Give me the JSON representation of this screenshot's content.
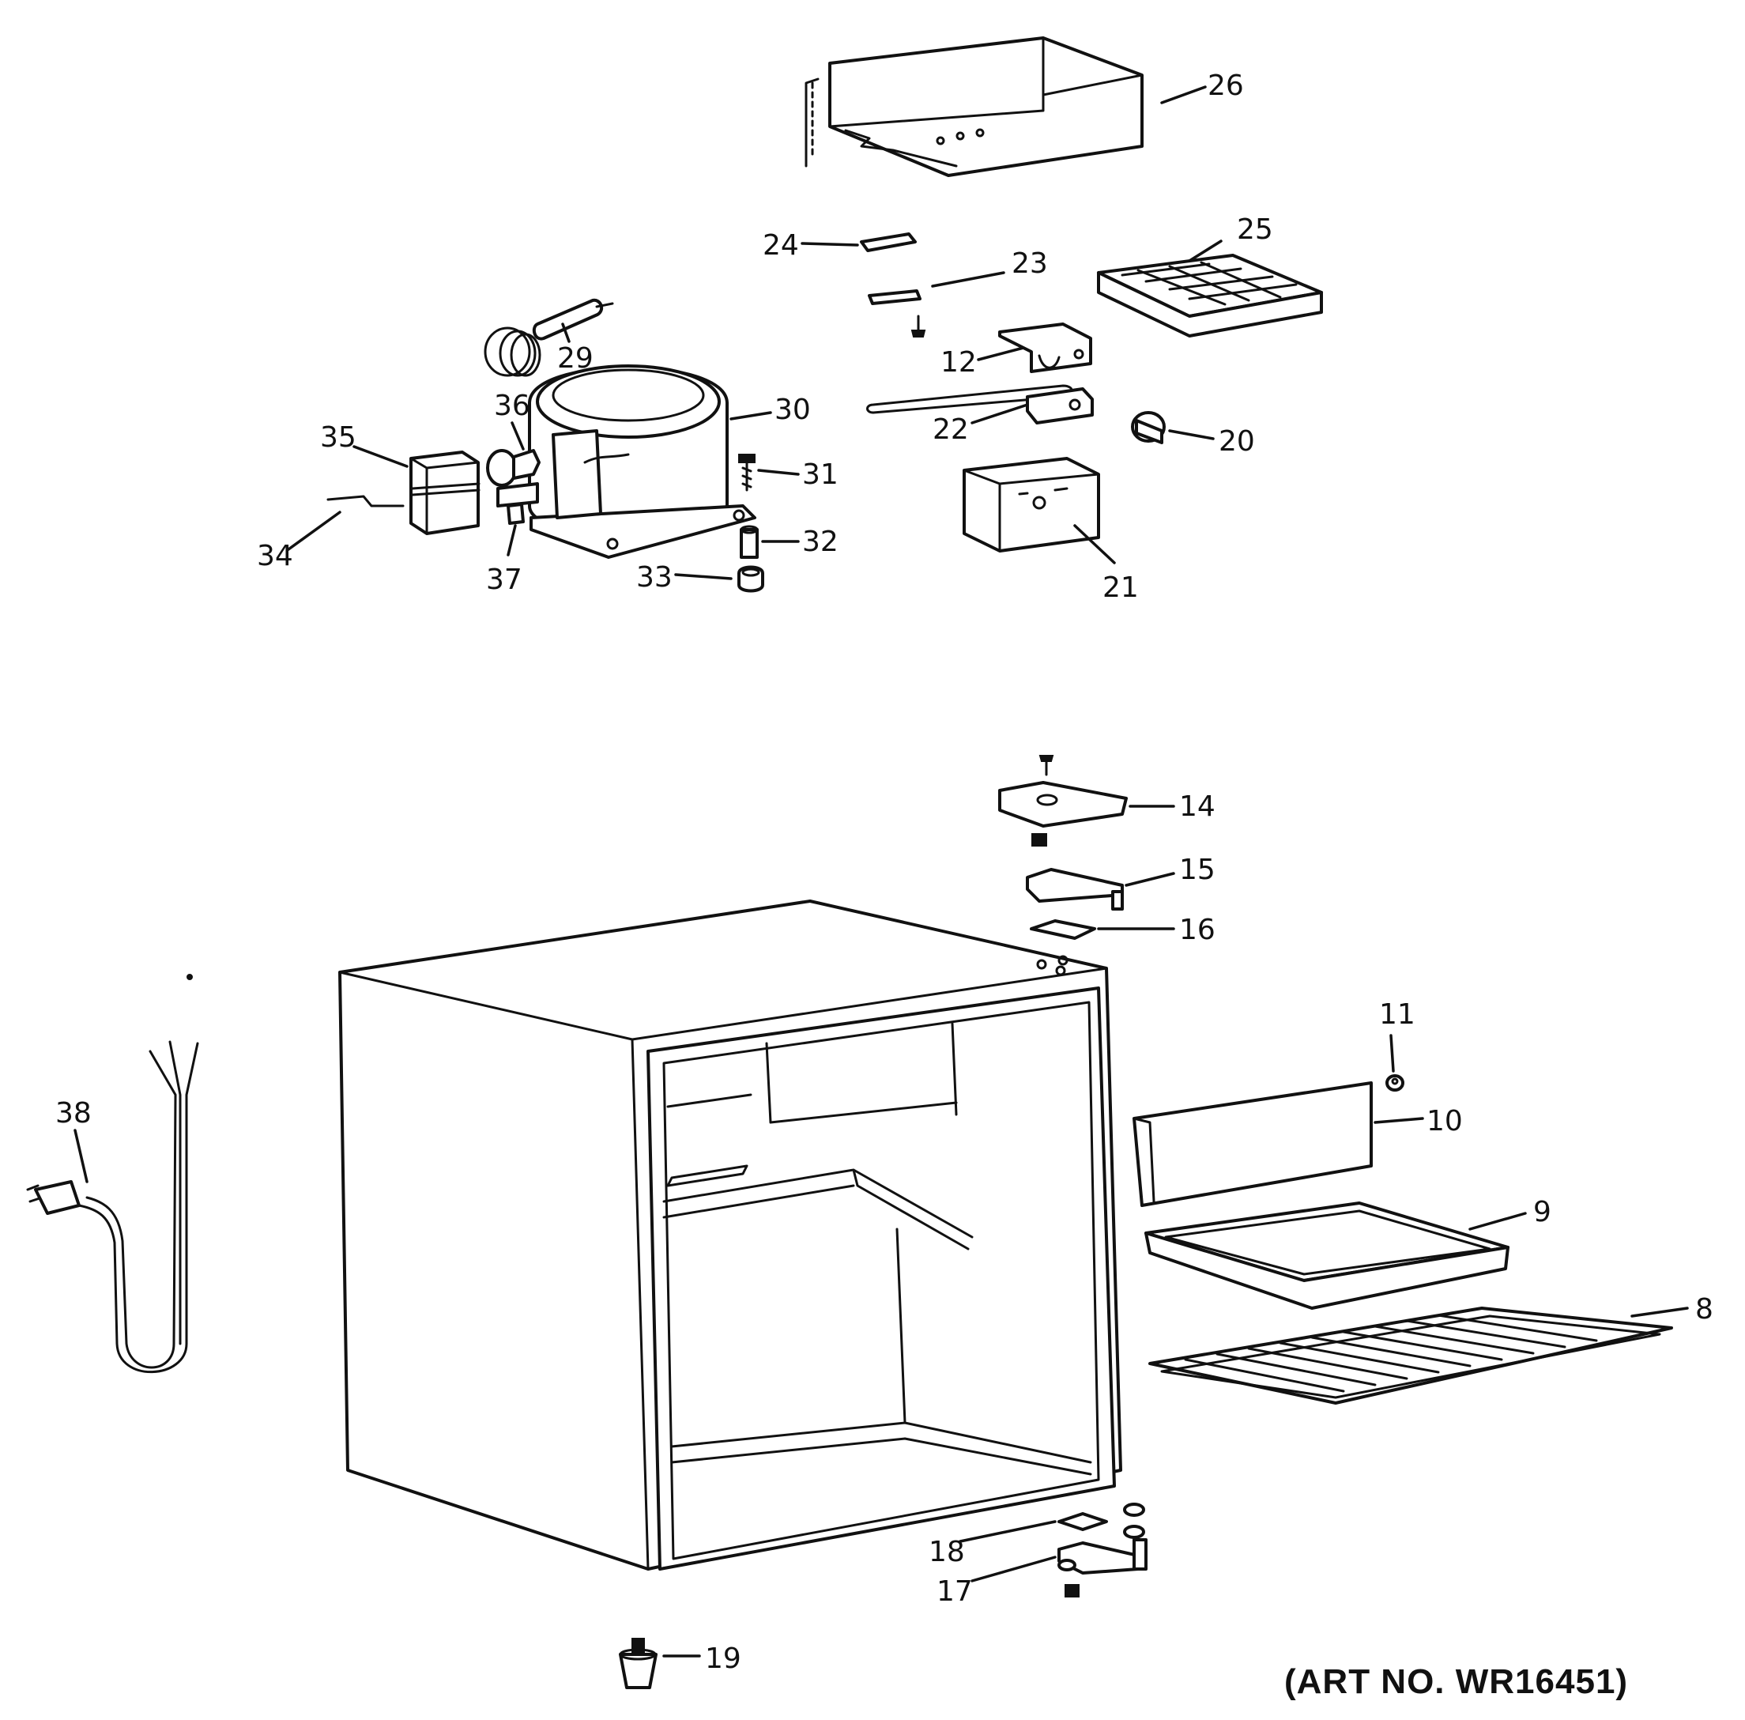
{
  "art_number": "(ART NO. WR16451)",
  "parts": [
    {
      "number": "8"
    },
    {
      "number": "9"
    },
    {
      "number": "10"
    },
    {
      "number": "11"
    },
    {
      "number": "12"
    },
    {
      "number": "14"
    },
    {
      "number": "15"
    },
    {
      "number": "16"
    },
    {
      "number": "17"
    },
    {
      "number": "18"
    },
    {
      "number": "19"
    },
    {
      "number": "20"
    },
    {
      "number": "21"
    },
    {
      "number": "22"
    },
    {
      "number": "23"
    },
    {
      "number": "24"
    },
    {
      "number": "25"
    },
    {
      "number": "26"
    },
    {
      "number": "29"
    },
    {
      "number": "30"
    },
    {
      "number": "31"
    },
    {
      "number": "32"
    },
    {
      "number": "33"
    },
    {
      "number": "34"
    },
    {
      "number": "35"
    },
    {
      "number": "36"
    },
    {
      "number": "37"
    },
    {
      "number": "38"
    }
  ]
}
